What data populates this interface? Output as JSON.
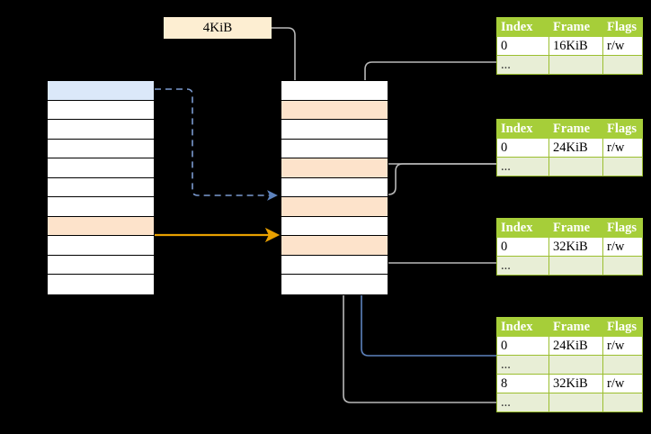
{
  "diagram": {
    "title": "page-table-translation-diagram",
    "size_label": {
      "text": "4KiB"
    },
    "colors": {
      "table_header": "#a6ce39",
      "table_border": "#9bbf2f",
      "ellipsis_row": "#e8eed6",
      "highlight_yellow": "#fdf6a5",
      "peach_row": "#fde3cb",
      "blue_row": "#dbe8f9",
      "size_box": "#fdeed2",
      "orange_arrow": "#e8a000",
      "blue_arrow": "#6a8fc7",
      "gray_arrow": "#b3b3b3"
    },
    "left_column": {
      "name": "virtual-address-space",
      "rows": [
        {
          "fill": "blue",
          "label": ""
        },
        {
          "fill": "white",
          "label": ""
        },
        {
          "fill": "white",
          "label": ""
        },
        {
          "fill": "white",
          "label": ""
        },
        {
          "fill": "white",
          "label": ""
        },
        {
          "fill": "white",
          "label": ""
        },
        {
          "fill": "white",
          "label": ""
        },
        {
          "fill": "peach",
          "label": ""
        },
        {
          "fill": "white",
          "label": ""
        },
        {
          "fill": "white",
          "label": ""
        },
        {
          "fill": "white",
          "label": ""
        }
      ]
    },
    "middle_column": {
      "name": "physical-memory",
      "rows": [
        {
          "fill": "white",
          "label": ""
        },
        {
          "fill": "peach",
          "label": ""
        },
        {
          "fill": "white",
          "label": ""
        },
        {
          "fill": "white",
          "label": ""
        },
        {
          "fill": "peach",
          "label": ""
        },
        {
          "fill": "white",
          "label": ""
        },
        {
          "fill": "peach",
          "label": ""
        },
        {
          "fill": "white",
          "label": ""
        },
        {
          "fill": "peach",
          "label": ""
        },
        {
          "fill": "white",
          "label": ""
        },
        {
          "fill": "white",
          "label": ""
        }
      ]
    },
    "tables": [
      {
        "name": "page-table-level-1",
        "headers": [
          "Index",
          "Frame",
          "Flags"
        ],
        "rows": [
          {
            "type": "data",
            "cells": [
              "0",
              "16KiB",
              "r/w"
            ],
            "highlight": [
              false,
              false,
              false
            ]
          },
          {
            "type": "ellipsis",
            "cells": [
              "...",
              "",
              ""
            ],
            "highlight": [
              false,
              false,
              false
            ]
          }
        ]
      },
      {
        "name": "page-table-level-2",
        "headers": [
          "Index",
          "Frame",
          "Flags"
        ],
        "rows": [
          {
            "type": "data",
            "cells": [
              "0",
              "24KiB",
              "r/w"
            ],
            "highlight": [
              false,
              false,
              false
            ]
          },
          {
            "type": "ellipsis",
            "cells": [
              "...",
              "",
              ""
            ],
            "highlight": [
              false,
              false,
              false
            ]
          }
        ]
      },
      {
        "name": "page-table-level-3",
        "headers": [
          "Index",
          "Frame",
          "Flags"
        ],
        "rows": [
          {
            "type": "data",
            "cells": [
              "0",
              "32KiB",
              "r/w"
            ],
            "highlight": [
              false,
              false,
              false
            ]
          },
          {
            "type": "ellipsis",
            "cells": [
              "...",
              "",
              ""
            ],
            "highlight": [
              false,
              false,
              false
            ]
          }
        ]
      },
      {
        "name": "page-table-level-4",
        "headers": [
          "Index",
          "Frame",
          "Flags"
        ],
        "rows": [
          {
            "type": "data",
            "cells": [
              "0",
              "24KiB",
              "r/w"
            ],
            "highlight": [
              false,
              true,
              true
            ]
          },
          {
            "type": "ellipsis",
            "cells": [
              "...",
              "",
              ""
            ],
            "highlight": [
              false,
              false,
              false
            ]
          },
          {
            "type": "data",
            "cells": [
              "8",
              "32KiB",
              "r/w"
            ],
            "highlight": [
              false,
              false,
              false
            ]
          },
          {
            "type": "ellipsis",
            "cells": [
              "...",
              "",
              ""
            ],
            "highlight": [
              false,
              false,
              false
            ]
          }
        ]
      }
    ],
    "connectors": [
      {
        "name": "connector-virtual-page-to-frame-dashed",
        "style": "dashed",
        "color": "#6a8fc7"
      },
      {
        "name": "connector-virtual-page-to-frame-solid",
        "style": "solid",
        "color": "#e8a000"
      },
      {
        "name": "connector-size-label-to-frame",
        "style": "solid",
        "color": "#b3b3b3"
      },
      {
        "name": "connector-table1-to-frame",
        "style": "solid",
        "color": "#b3b3b3"
      },
      {
        "name": "connector-table2-to-frame",
        "style": "solid",
        "color": "#b3b3b3"
      },
      {
        "name": "connector-table3-to-frame",
        "style": "solid",
        "color": "#b3b3b3"
      },
      {
        "name": "connector-table4-row1-to-frame",
        "style": "solid",
        "color": "#6a8fc7"
      },
      {
        "name": "connector-table4-row3-to-frame",
        "style": "solid",
        "color": "#b3b3b3"
      }
    ]
  }
}
